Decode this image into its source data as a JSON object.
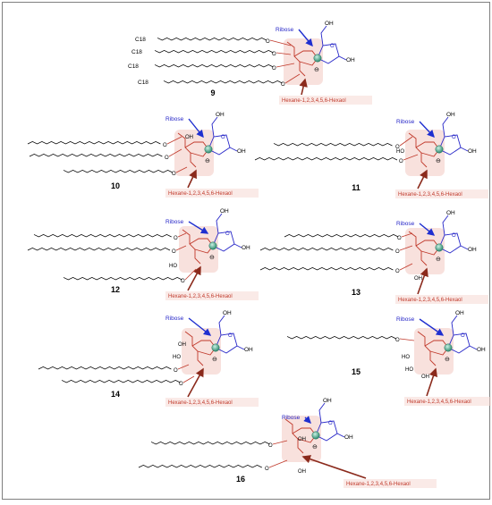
{
  "colors": {
    "chain": "#000000",
    "ribose": "#2727c8",
    "hexaol": "#c0392b",
    "arrow_ribose": "#1f2fd0",
    "arrow_hexaol": "#8b2a1c",
    "boron": "#3aa88a",
    "highlight": "#f6d9d4"
  },
  "labels": {
    "ribose": "Ribose",
    "hexaol": "Hexane-1,2,3,4,5,6-Hexaol",
    "oh": "OH",
    "ho": "HO",
    "o": "O",
    "c18": "C18",
    "charge": "⊖"
  },
  "compounds": [
    {
      "number": "9"
    },
    {
      "number": "10"
    },
    {
      "number": "11"
    },
    {
      "number": "12"
    },
    {
      "number": "13"
    },
    {
      "number": "14"
    },
    {
      "number": "15"
    },
    {
      "number": "16"
    }
  ]
}
